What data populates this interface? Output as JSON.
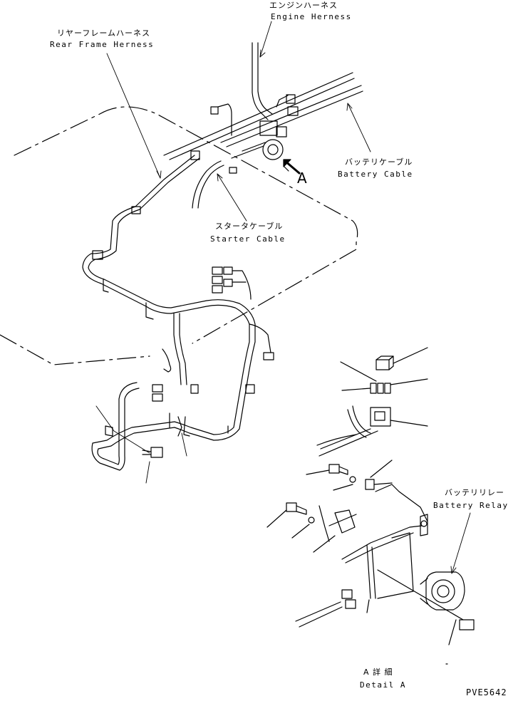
{
  "labels": {
    "engine_harness_ja": "エンジンハーネス",
    "engine_harness_en": "Engine Herness",
    "rear_frame_harness_ja": "リヤーフレームハーネス",
    "rear_frame_harness_en": "Rear Frame Herness",
    "battery_cable_ja": "バッテリケーブル",
    "battery_cable_en": "Battery Cable",
    "starter_cable_ja": "スタータケーブル",
    "starter_cable_en": "Starter Cable",
    "battery_relay_ja": "バッテリリレー",
    "battery_relay_en": "Battery Relay",
    "view_marker": "A",
    "detail_ja": "A 詳 細",
    "detail_en": "Detail A",
    "drawing_number": "PVE5642"
  }
}
